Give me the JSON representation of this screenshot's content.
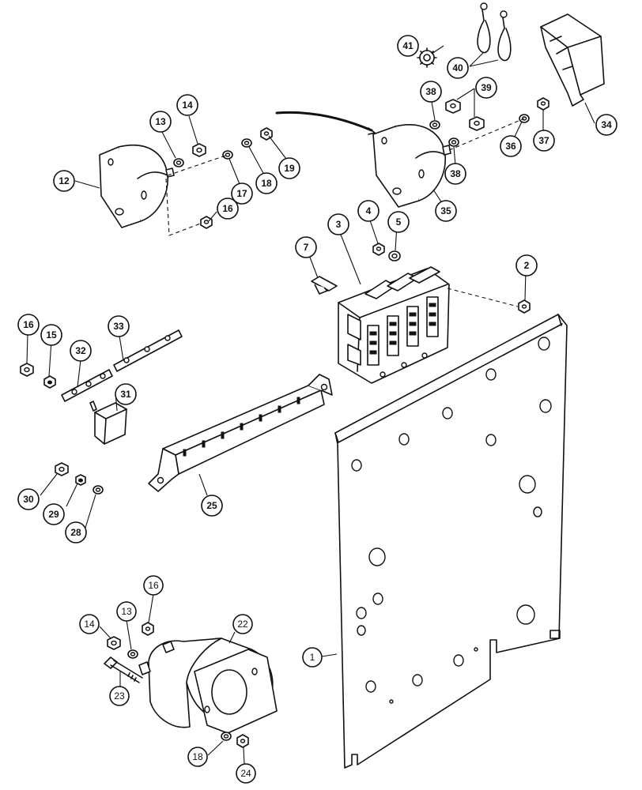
{
  "colors": {
    "ink": "#111111",
    "paper": "#ffffff"
  },
  "callouts": [
    {
      "id": "c12",
      "label": "12",
      "bold": true
    },
    {
      "id": "c13a",
      "label": "13",
      "bold": true
    },
    {
      "id": "c14a",
      "label": "14",
      "bold": true
    },
    {
      "id": "c16a",
      "label": "16",
      "bold": true
    },
    {
      "id": "c17",
      "label": "17",
      "bold": true
    },
    {
      "id": "c18a",
      "label": "18",
      "bold": true
    },
    {
      "id": "c19",
      "label": "19",
      "bold": true
    },
    {
      "id": "c38a",
      "label": "38",
      "bold": true
    },
    {
      "id": "c39",
      "label": "39",
      "bold": true
    },
    {
      "id": "c41",
      "label": "41",
      "bold": true
    },
    {
      "id": "c40",
      "label": "40",
      "bold": true
    },
    {
      "id": "c34",
      "label": "34",
      "bold": true
    },
    {
      "id": "c37",
      "label": "37",
      "bold": true
    },
    {
      "id": "c36",
      "label": "36",
      "bold": true
    },
    {
      "id": "c38b",
      "label": "38",
      "bold": true
    },
    {
      "id": "c35",
      "label": "35",
      "bold": true
    },
    {
      "id": "c4",
      "label": "4",
      "bold": true
    },
    {
      "id": "c5",
      "label": "5",
      "bold": true
    },
    {
      "id": "c3",
      "label": "3",
      "bold": true
    },
    {
      "id": "c7",
      "label": "7",
      "bold": true
    },
    {
      "id": "c2",
      "label": "2",
      "bold": true
    },
    {
      "id": "c16b",
      "label": "16",
      "bold": true
    },
    {
      "id": "c15",
      "label": "15",
      "bold": true
    },
    {
      "id": "c32",
      "label": "32",
      "bold": true
    },
    {
      "id": "c33",
      "label": "33",
      "bold": true
    },
    {
      "id": "c31",
      "label": "31",
      "bold": true
    },
    {
      "id": "c30",
      "label": "30",
      "bold": true
    },
    {
      "id": "c29",
      "label": "29",
      "bold": true
    },
    {
      "id": "c28",
      "label": "28",
      "bold": true
    },
    {
      "id": "c25",
      "label": "25",
      "bold": true
    },
    {
      "id": "c16c",
      "label": "16",
      "bold": false
    },
    {
      "id": "c14b",
      "label": "14",
      "bold": false
    },
    {
      "id": "c13b",
      "label": "13",
      "bold": false
    },
    {
      "id": "c22",
      "label": "22",
      "bold": false
    },
    {
      "id": "c23",
      "label": "23",
      "bold": false
    },
    {
      "id": "c1",
      "label": "1",
      "bold": false
    },
    {
      "id": "c18b",
      "label": "18",
      "bold": false
    },
    {
      "id": "c24",
      "label": "24",
      "bold": false
    }
  ]
}
